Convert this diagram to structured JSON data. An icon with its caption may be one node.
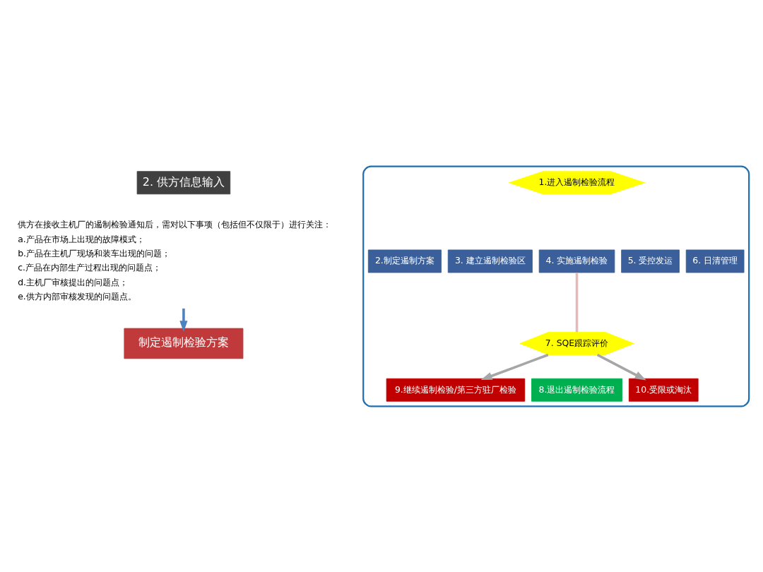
{
  "diagram": {
    "nodes": [
      {
        "text": [
          "2. 供方信息输入"
        ]
      },
      {
        "text": [
          "供方在接收主机厂的遏制检验通知后，需对以下事项（包括但不仅限于）进行关注：",
          "a.产品在市场上出现的故障模式；",
          "b.产品在主机厂现场和装车出现的问题；",
          "c.产品在内部生产过程出现的问题点；",
          "d.主机厂审核提出的问题点；",
          "e.供方内部审核发现的问题点。"
        ]
      },
      {
        "text": [
          "制定遏制检验方案"
        ]
      },
      {
        "text": [],
        "shape": "box"
      },
      {
        "text": [
          "1.进入遏制检验流程"
        ],
        "in": 3
      },
      {
        "text": [
          "2.制定遏制方案"
        ],
        "in": 3
      },
      {
        "text": [
          "3. 建立遏制检验区"
        ],
        "in": 3
      },
      {
        "text": [
          "4. 实施遏制检验"
        ],
        "in": 3
      },
      {
        "text": [
          "5. 受控发运"
        ],
        "in": 3
      },
      {
        "text": [
          "6. 日清管理"
        ],
        "in": 3
      },
      {
        "text": [
          "7. SQE跟踪评价"
        ],
        "in": 3
      },
      {
        "text": [
          "9.继续遏制检验/第三方驻厂检验"
        ],
        "in": 3
      },
      {
        "text": [
          "8.退出遏制检验流程"
        ],
        "in": 3
      },
      {
        "text": [
          "10.受限或淘汰"
        ],
        "in": 3
      }
    ],
    "edges": [
      {
        "from": 1,
        "to": 2,
        "arrow": "to",
        "color": "#4f81bd"
      },
      {
        "from": 7,
        "to": 10,
        "arrow": "none",
        "color": "#e6b9b8"
      },
      {
        "from": 10,
        "to": 11,
        "arrow": "to"
      },
      {
        "from": 10,
        "to": 13,
        "arrow": "to"
      }
    ]
  }
}
